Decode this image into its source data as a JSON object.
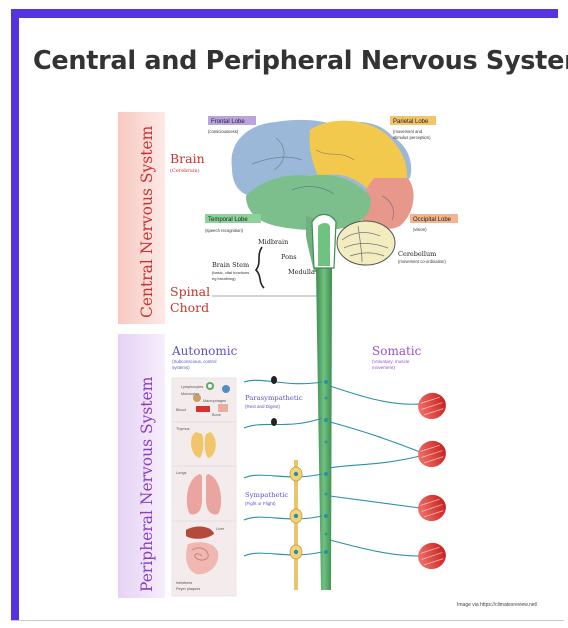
{
  "title": "Central and Peripheral Nervous System",
  "cns": {
    "side_label": "Central Nervous System",
    "brain": "Brain",
    "brain_sub": "(Cerebrum)",
    "spinal_1": "Spinal",
    "spinal_2": "Chord"
  },
  "pns": {
    "side_label": "Peripheral Nervous System",
    "autonomic": "Autonomic",
    "autonomic_sub_1": "(Subconscious, control",
    "autonomic_sub_2": "systems)",
    "somatic": "Somatic",
    "somatic_sub_1": "(Voluntary, muscle",
    "somatic_sub_2": "movement)",
    "parasympathetic": "Parasympathetic",
    "parasympathetic_sub": "(Rest and Digest)",
    "sympathetic": "Sympathetic",
    "sympathetic_sub": "(Fight or Flight)"
  },
  "lobes": {
    "frontal": "Frontal Lobe",
    "frontal_sub": "(consciousness)",
    "parietal": "Parietal Lobe",
    "parietal_sub_1": "(movement and",
    "parietal_sub_2": "stimulus perception)",
    "temporal": "Temporal Lobe",
    "temporal_sub": "(speech recognition)",
    "occipital": "Occipital Lobe",
    "occipital_sub": "(vision)",
    "cerebellum": "Cerebellum",
    "cerebellum_sub": "(movement co-ordination)"
  },
  "stem": {
    "midbrain": "Midbrain",
    "pons": "Pons",
    "medulla": "Medulla",
    "brain_stem": "Brain Stem",
    "brain_stem_sub_1": "(basic, vital functions",
    "brain_stem_sub_2": "eg breathing)"
  },
  "organs": {
    "lymphocytes": "Lymphocytes",
    "monocytes": "Monocytes",
    "macrophages": "Macrophages",
    "blood_vessel": "Blood",
    "bone_marrow": "Bone",
    "thymus": "Thymus",
    "lungs": "Lungs",
    "liver": "Liver",
    "intestines": "Intestines",
    "peyer": "Peyer plaques"
  },
  "credit": "Image via https://climatesreview.net/",
  "colors": {
    "frame": "#5533dd",
    "cns_accent": "#d9443d",
    "pns_accent": "#7b4fd0",
    "spinal_cord": "#55aa66",
    "nerve": "#2a8fa8",
    "muscle": "#d8322e"
  }
}
